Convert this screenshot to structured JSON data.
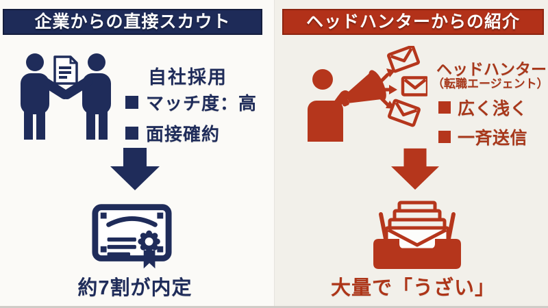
{
  "left_panel": {
    "header": "企業からの直接スカウト",
    "label": "自社採用",
    "bullets": [
      "マッチ度：高",
      "面接確約"
    ],
    "result": "約7割が内定"
  },
  "right_panel": {
    "header": "ヘッドハンターからの紹介",
    "label": "ヘッドハンター",
    "sublabel": "（転職エージェント）",
    "bullets": [
      "広く浅く",
      "一斉送信"
    ],
    "result": "大量で「うざい」"
  },
  "colors": {
    "navy": "#1e2b58",
    "navy_border": "#141d3d",
    "red": "#b23119",
    "red_border": "#8c2410",
    "red_text": "#a8381b",
    "left_background": "#fbfaf7",
    "right_background": "#f2f0ea"
  },
  "icons": {
    "left_main": "handshake-with-contract",
    "left_flow": "down-arrow",
    "left_result": "certificate-with-seal",
    "right_main": "megaphone-person-sending-envelopes",
    "right_flow": "down-arrow",
    "right_result": "overflowing-inbox"
  }
}
